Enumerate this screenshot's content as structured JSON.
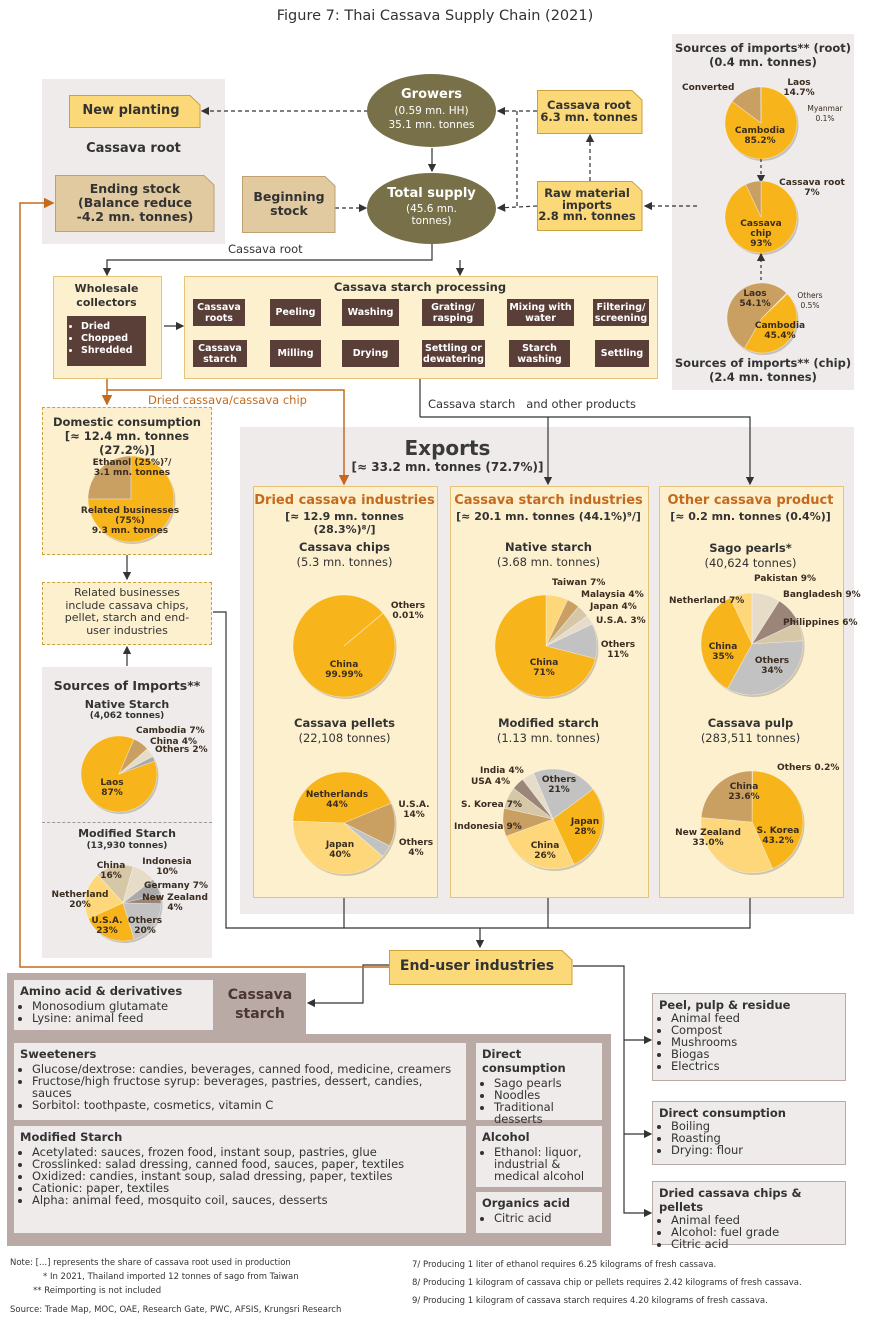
{
  "title": "Figure 7: Thai Cassava Supply Chain (2021)",
  "top": {
    "new_planting": "New planting",
    "cassava_root": "Cassava root",
    "ending_stock": "Ending stock\n(Balance reduce\n-4.2 mn. tonnes)",
    "growers_title": "Growers",
    "growers_sub": "(0.59 mn. HH)\n35.1 mn. tonnes",
    "total_title": "Total supply",
    "total_sub": "(45.6 mn.\ntonnes)",
    "beginning_stock": "Beginning\nstock",
    "root_import": "Cassava root\n6.3 mn. tonnes",
    "raw_material": "Raw material\nimports\n2.8 mn. tonnes",
    "cassava_root_label": "Cassava root"
  },
  "imports_right": {
    "root_title": "Sources of imports** (root)\n(0.4 mn. tonnes)",
    "root_pie": [
      {
        "name": "Cambodia",
        "value": 85.2,
        "color": "#f8b51b",
        "label": "Cambodia\n85.2%"
      },
      {
        "name": "Laos",
        "value": 14.7,
        "color": "#c9a062",
        "label": "Laos\n14.7%"
      },
      {
        "name": "Myanmar",
        "value": 0.1,
        "color": "#e6dcc8",
        "label": "Myanmar\n0.1%"
      }
    ],
    "converted": "Converted",
    "chip_pie": [
      {
        "name": "Cassava chip",
        "value": 93,
        "color": "#f8b51b",
        "label": "Cassava\nchip\n93%"
      },
      {
        "name": "Cassava root",
        "value": 7,
        "color": "#c9a062",
        "label": "Cassava root\n7%"
      }
    ],
    "chip_src_pie": [
      {
        "name": "Laos",
        "value": 54.1,
        "color": "#c9a062",
        "label": "Laos\n54.1%"
      },
      {
        "name": "Others",
        "value": 0.5,
        "color": "#e6dcc8",
        "label": "Others\n0.5%"
      },
      {
        "name": "Cambodia",
        "value": 45.4,
        "color": "#f8b51b",
        "label": "Cambodia\n45.4%"
      }
    ],
    "chip_title": "Sources of imports** (chip)\n(2.4 mn. tonnes)"
  },
  "processing": {
    "wholesale_title": "Wholesale\ncollectors",
    "wholesale_items": [
      "Dried",
      "Chopped",
      "Shredded"
    ],
    "title": "Cassava starch processing",
    "row1": [
      "Cassava\nroots",
      "Peeling",
      "Washing",
      "Grating/\nrasping",
      "Mixing with\nwater",
      "Filtering/\nscreening"
    ],
    "row2": [
      "Cassava\nstarch",
      "Milling",
      "Drying",
      "Settling or\ndewatering",
      "Starch\nwashing",
      "Settling"
    ],
    "dried_chip_label": "Dried cassava/cassava chip",
    "starch_label": "Cassava starch   and other products"
  },
  "domestic": {
    "title": "Domestic consumption\n[≈ 12.4 mn. tonnes (27.2%)]",
    "pie": [
      {
        "name": "Ethanol",
        "value": 25,
        "color": "#c9a062",
        "label": "Ethanol (25%)⁷/\n3.1 mn. tonnes"
      },
      {
        "name": "Related businesses",
        "value": 75,
        "color": "#f8b51b",
        "label": "Related businesses\n(75%)\n9.3 mn. tonnes"
      }
    ],
    "related": "Related businesses\ninclude cassava chips,\npellet, starch and end-\nuser industries"
  },
  "left_imports": {
    "title": "Sources of Imports**",
    "native_title": "Native Starch",
    "native_sub": "(4,062 tonnes)",
    "native_pie": [
      {
        "name": "Laos",
        "value": 87,
        "color": "#f8b51b",
        "label": "Laos\n87%"
      },
      {
        "name": "Cambodia",
        "value": 7,
        "color": "#c9a062",
        "label": "Cambodia 7%"
      },
      {
        "name": "China",
        "value": 4,
        "color": "#e6dcc8",
        "label": "China 4%"
      },
      {
        "name": "Others",
        "value": 2,
        "color": "#a9a9a9",
        "label": "Others 2%"
      }
    ],
    "mod_title": "Modified Starch",
    "mod_sub": "(13,930 tonnes)",
    "mod_pie": [
      {
        "name": "China",
        "value": 16,
        "color": "#d6c7a7",
        "label": "China\n16%"
      },
      {
        "name": "Indonesia",
        "value": 10,
        "color": "#e6dcc8",
        "label": "Indonesia\n10%"
      },
      {
        "name": "Germany",
        "value": 7,
        "color": "#a9a9a9",
        "label": "Germany 7%"
      },
      {
        "name": "New Zealand",
        "value": 4,
        "color": "#9b8478",
        "label": "New Zealand\n4%"
      },
      {
        "name": "Others",
        "value": 20,
        "color": "#c2c2c2",
        "label": "Others\n20%"
      },
      {
        "name": "U.S.A.",
        "value": 23,
        "color": "#f8b51b",
        "label": "U.S.A.\n23%"
      },
      {
        "name": "Netherland",
        "value": 20,
        "color": "#fdd77a",
        "label": "Netherland\n20%"
      }
    ]
  },
  "exports": {
    "title": "Exports",
    "sub": "[≈ 33.2 mn. tonnes (72.7%)]",
    "dried": {
      "title": "Dried cassava industries",
      "sub": "[≈ 12.9 mn. tonnes (28.3%)⁸/]",
      "chips_title": "Cassava chips",
      "chips_sub": "(5.3 mn. tonnes)",
      "chips_pie": [
        {
          "name": "China",
          "value": 99.99,
          "color": "#f8b51b",
          "label": "China\n99.99%"
        },
        {
          "name": "Others",
          "value": 0.01,
          "color": "#c9a062",
          "label": "Others\n0.01%"
        }
      ],
      "pellets_title": "Cassava pellets",
      "pellets_sub": "(22,108 tonnes)",
      "pellets_pie": [
        {
          "name": "Netherlands",
          "value": 44,
          "color": "#f8b51b",
          "label": "Netherlands\n44%"
        },
        {
          "name": "U.S.A.",
          "value": 14,
          "color": "#c9a062",
          "label": "U.S.A.\n14%"
        },
        {
          "name": "Others",
          "value": 4,
          "color": "#c2c2c2",
          "label": "Others\n4%"
        },
        {
          "name": "Japan",
          "value": 40,
          "color": "#fdd77a",
          "label": "Japan\n40%"
        }
      ]
    },
    "starch": {
      "title": "Cassava starch industries",
      "sub": "[≈ 20.1 mn. tonnes (44.1%)⁹/]",
      "native_title": "Native starch",
      "native_sub": "(3.68 mn. tonnes)",
      "native_pie": [
        {
          "name": "Taiwan",
          "value": 7,
          "color": "#fdd77a",
          "label": "Taiwan 7%"
        },
        {
          "name": "Malaysia",
          "value": 4,
          "color": "#c9a062",
          "label": "Malaysia 4%"
        },
        {
          "name": "Japan",
          "value": 4,
          "color": "#d6c7a7",
          "label": "Japan 4%"
        },
        {
          "name": "U.S.A.",
          "value": 3,
          "color": "#e6dcc8",
          "label": "U.S.A. 3%"
        },
        {
          "name": "Others",
          "value": 11,
          "color": "#c2c2c2",
          "label": "Others\n11%"
        },
        {
          "name": "China",
          "value": 71,
          "color": "#f8b51b",
          "label": "China\n71%"
        }
      ],
      "mod_title": "Modified starch",
      "mod_sub": "(1.13 mn. tonnes)",
      "mod_pie": [
        {
          "name": "Others",
          "value": 21,
          "color": "#c2c2c2",
          "label": "Others\n21%"
        },
        {
          "name": "Japan",
          "value": 28,
          "color": "#f8b51b",
          "label": "Japan\n28%"
        },
        {
          "name": "China",
          "value": 26,
          "color": "#fdd77a",
          "label": "China\n26%"
        },
        {
          "name": "Indonesia",
          "value": 9,
          "color": "#c9a062",
          "label": "Indonesia 9%"
        },
        {
          "name": "S. Korea",
          "value": 7,
          "color": "#d6c7a7",
          "label": "S. Korea 7%"
        },
        {
          "name": "USA",
          "value": 4,
          "color": "#9b8478",
          "label": "USA 4%"
        },
        {
          "name": "India",
          "value": 4,
          "color": "#e6dcc8",
          "label": "India 4%"
        }
      ]
    },
    "other": {
      "title": "Other cassava product",
      "sub": "[≈ 0.2 mn. tonnes (0.4%)]",
      "sago_title": "Sago pearls*",
      "sago_sub": "(40,624 tonnes)",
      "sago_pie": [
        {
          "name": "Pakistan",
          "value": 9,
          "color": "#e6dcc8",
          "label": "Pakistan 9%"
        },
        {
          "name": "Bangladesh",
          "value": 9,
          "color": "#9b8478",
          "label": "Bangladesh 9%"
        },
        {
          "name": "Philippines",
          "value": 6,
          "color": "#d6c7a7",
          "label": "Philippines 6%"
        },
        {
          "name": "Others",
          "value": 34,
          "color": "#c2c2c2",
          "label": "Others\n34%"
        },
        {
          "name": "China",
          "value": 35,
          "color": "#f8b51b",
          "label": "China\n35%"
        },
        {
          "name": "Netherland",
          "value": 7,
          "color": "#fdd77a",
          "label": "Netherland 7%"
        }
      ],
      "pulp_title": "Cassava pulp",
      "pulp_sub": "(283,511 tonnes)",
      "pulp_pie": [
        {
          "name": "Others",
          "value": 0.2,
          "color": "#c2c2c2",
          "label": "Others 0.2%"
        },
        {
          "name": "S. Korea",
          "value": 43.2,
          "color": "#f8b51b",
          "label": "S. Korea\n43.2%"
        },
        {
          "name": "New Zealand",
          "value": 33.0,
          "color": "#fdd77a",
          "label": "New Zealand\n33.0%"
        },
        {
          "name": "China",
          "value": 23.6,
          "color": "#c9a062",
          "label": "China\n23.6%"
        }
      ]
    }
  },
  "end_user": "End-user industries",
  "bottom": {
    "cassava_starch": "Cassava\nstarch",
    "amino_title": "Amino acid & derivatives",
    "amino_items": [
      "Monosodium glutamate",
      "Lysine: animal feed"
    ],
    "sweet_title": "Sweeteners",
    "sweet_items": [
      "Glucose/dextrose: candies, beverages, canned food, medicine, creamers",
      "Fructose/high fructose syrup: beverages, pastries, dessert, candies, sauces",
      "Sorbitol: toothpaste, cosmetics, vitamin C"
    ],
    "mod_title": "Modified Starch",
    "mod_items": [
      "Acetylated: sauces, frozen food, instant soup, pastries, glue",
      "Crosslinked: salad dressing, canned food, sauces, paper, textiles",
      "Oxidized: candies, instant soup, salad dressing, paper, textiles",
      "Cationic: paper, textiles",
      "Alpha: animal feed, mosquito coil, sauces, desserts"
    ],
    "direct_title": "Direct consumption",
    "direct_items": [
      "Sago pearls",
      "Noodles",
      "Traditional desserts"
    ],
    "alcohol_title": "Alcohol",
    "alcohol_items": [
      "Ethanol: liquor, industrial & medical alcohol"
    ],
    "organic_title": "Organics acid",
    "organic_items": [
      "Citric acid"
    ],
    "peel_title": "Peel, pulp & residue",
    "peel_items": [
      "Animal feed",
      "Compost",
      "Mushrooms",
      "Biogas",
      "Electrics"
    ],
    "direct2_title": "Direct consumption",
    "direct2_items": [
      "Boiling",
      "Roasting",
      "Drying: flour"
    ],
    "dried_title": "Dried cassava chips & pellets",
    "dried_items": [
      "Animal feed",
      "Alcohol: fuel grade",
      "Citric acid"
    ]
  },
  "notes": {
    "note1": "Note: [...] represents the share of cassava root used in production",
    "note2": "* In 2021, Thailand imported 12 tonnes of sago from Taiwan",
    "note3": "** Reimporting is not included",
    "source": "Source: Trade Map, MOC, OAE, Research Gate, PWC, AFSIS, Krungsri Research",
    "fn7": "7/ Producing 1 liter of ethanol requires 6.25 kilograms of fresh cassava.",
    "fn8": "8/ Producing 1 kilogram of cassava chip or pellets requires 2.42 kilograms of fresh cassava.",
    "fn9": "9/ Producing 1 kilogram of cassava starch requires 4.20 kilograms of fresh cassava."
  }
}
